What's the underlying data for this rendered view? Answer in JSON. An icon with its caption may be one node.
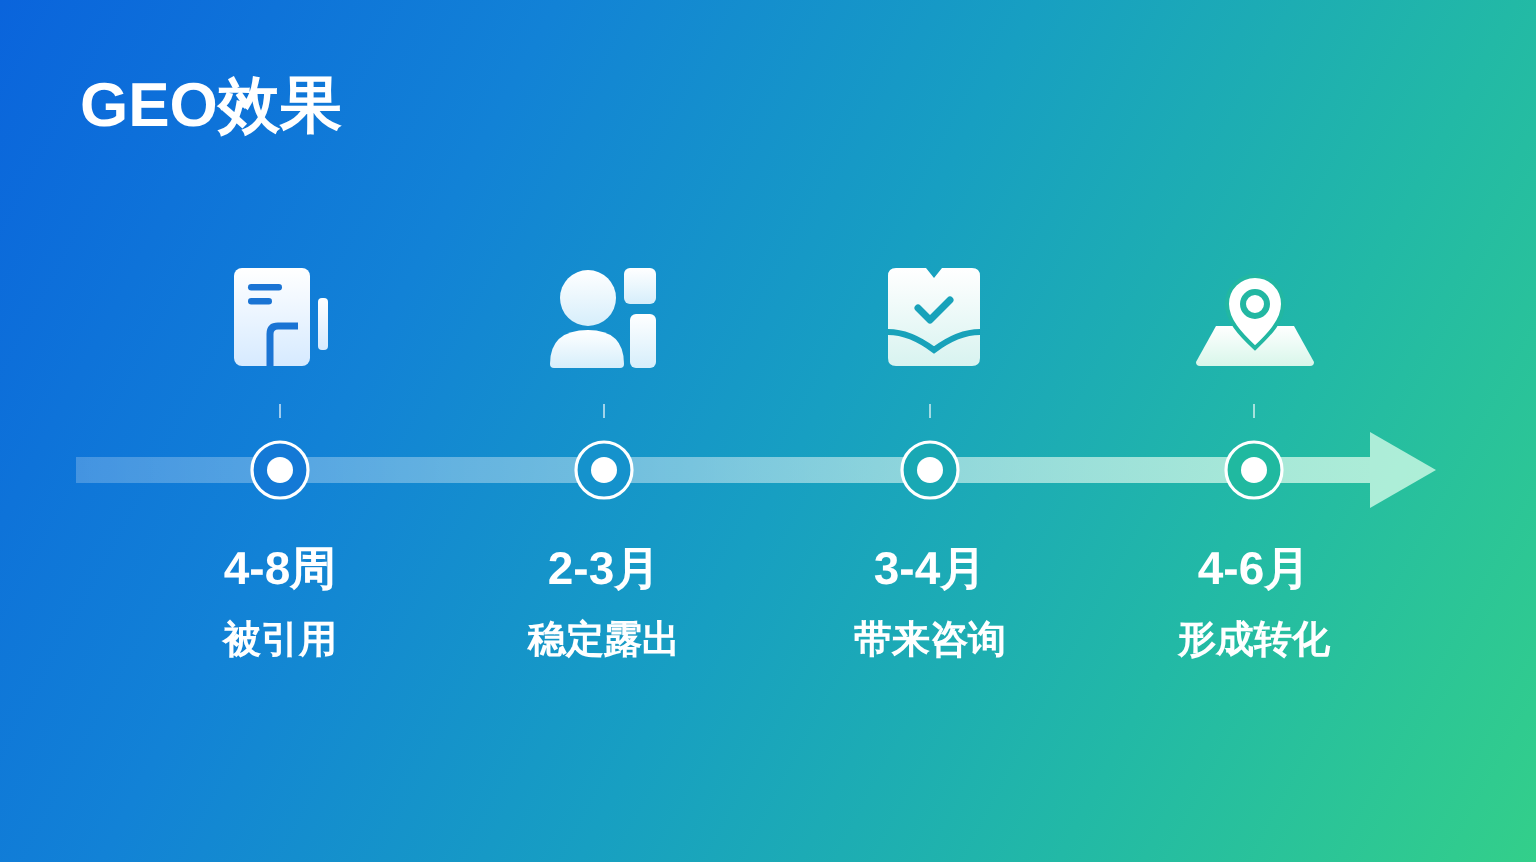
{
  "diagram": {
    "title": "GEO效果",
    "nodes": [
      {
        "text": [],
        "shape": "circle",
        "beside": [
          "4-8周",
          "被引用"
        ]
      },
      {
        "text": [],
        "shape": "circle",
        "beside": [
          "2-3月",
          "稳定露出"
        ]
      },
      {
        "text": [],
        "shape": "circle",
        "beside": [
          "3-4月",
          "带来咨询"
        ]
      },
      {
        "text": [],
        "shape": "circle",
        "beside": [
          "4-6月",
          "形成转化"
        ]
      }
    ],
    "edges": [
      {
        "from": null,
        "to": 0,
        "arrow": "none"
      },
      {
        "from": 0,
        "to": 1,
        "arrow": "none"
      },
      {
        "from": 1,
        "to": 2,
        "arrow": "none"
      },
      {
        "from": 2,
        "to": 3,
        "arrow": "none"
      },
      {
        "from": 3,
        "to": null,
        "arrow": "to"
      }
    ]
  }
}
